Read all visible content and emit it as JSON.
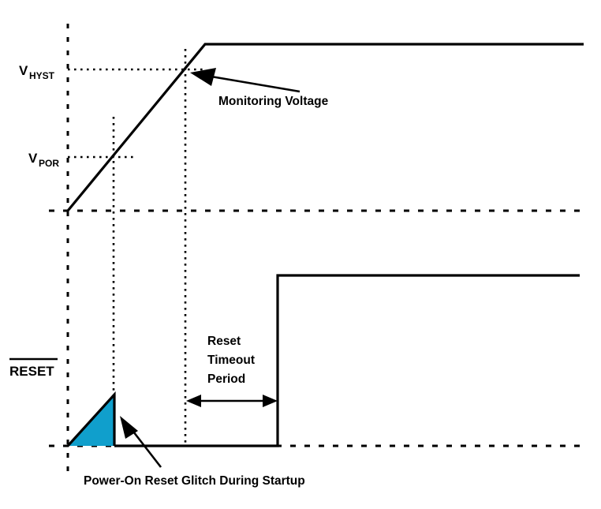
{
  "diagram": {
    "title": "Power-On Reset Timing Diagram",
    "type": "timing-diagram",
    "background_color": "#ffffff",
    "line_color": "#000000",
    "glitch_fill_color": "#109FCC",
    "labels": {
      "v_hyst_main": "V",
      "v_hyst_sub": "HYST",
      "v_por_main": "V",
      "v_por_sub": "POR",
      "reset_signal": "RESET",
      "monitoring_voltage": "Monitoring Voltage",
      "reset_timeout_line1": "Reset",
      "reset_timeout_line2": "Timeout",
      "reset_timeout_line3": "Period",
      "glitch_caption": "Power-On Reset Glitch During Startup"
    },
    "signals": [
      {
        "name": "monitoring-voltage",
        "label": "Monitoring Voltage",
        "shape": "ramp-then-plateau",
        "description": "Rises linearly from ground through V_POR then V_HYST, then holds steady at final level"
      },
      {
        "name": "reset-output",
        "label": "RESET",
        "active_low": true,
        "shape": "glitch-then-low-then-high",
        "description": "Power-on reset glitch ramp at startup, held low through the reset timeout period, then rises high"
      }
    ],
    "thresholds": [
      {
        "name": "V_HYST",
        "display": "VHYST",
        "description": "Hysteresis / monitoring threshold voltage"
      },
      {
        "name": "V_POR",
        "display": "VPOR",
        "description": "Power-on reset threshold voltage"
      }
    ],
    "annotations": [
      {
        "name": "monitoring-voltage-callout",
        "text": "Monitoring Voltage",
        "points_to": "monitoring-voltage-ramp"
      },
      {
        "name": "reset-timeout-span",
        "text": "Reset Timeout Period",
        "measure": "double-headed-arrow",
        "from": "v-hyst-crossing",
        "to": "reset-rising-edge"
      },
      {
        "name": "glitch-callout",
        "text": "Power-On Reset Glitch During Startup",
        "points_to": "glitch-triangle"
      }
    ]
  }
}
